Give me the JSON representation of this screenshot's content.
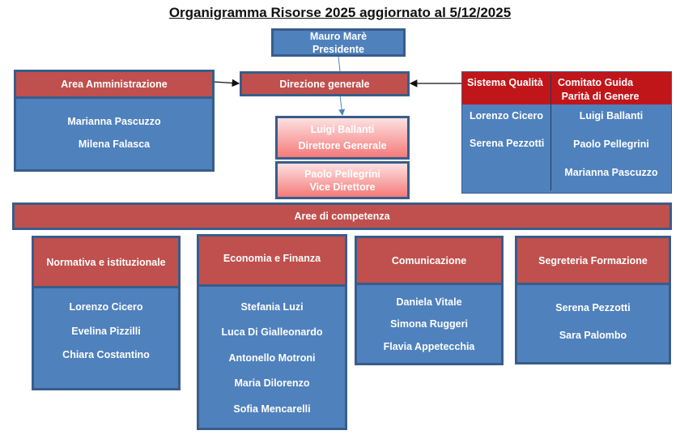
{
  "title": "Organigramma Risorse 2025 aggiornato al 5/12/2025",
  "president": {
    "name": "Mauro Marè",
    "role": "Presidente"
  },
  "direzione": "Direzione generale",
  "amministrazione": {
    "header": "Area Amministrazione",
    "members": [
      "Marianna Pascuzzo",
      "Milena Falasca"
    ]
  },
  "direttore": {
    "name": "Luigi Ballanti",
    "role": "Direttore Generale"
  },
  "vice": {
    "name": "Paolo Pellegrini",
    "role": "Vice Direttore"
  },
  "qualita": {
    "header": "Sistema Qualità",
    "members": [
      "Lorenzo Cicero",
      "Serena Pezzotti"
    ]
  },
  "comitato": {
    "header1": "Comitato Guida",
    "header2": "Parità di Genere",
    "members": [
      "Luigi Ballanti",
      "Paolo Pellegrini",
      "Marianna Pascuzzo"
    ]
  },
  "aree": "Aree di competenza",
  "areas": [
    {
      "header": "Normativa e istituzionale",
      "members": [
        "Lorenzo Cicero",
        "Evelina Pizzilli",
        "Chiara Costantino"
      ]
    },
    {
      "header": "Economia e Finanza",
      "members": [
        "Stefania Luzi",
        "Luca Di Gialleonardo",
        "Antonello Motroni",
        "Maria Dilorenzo",
        "Sofia Mencarelli"
      ]
    },
    {
      "header": "Comunicazione",
      "members": [
        "Daniela Vitale",
        "Simona Ruggeri",
        "Flavia Appetecchia"
      ]
    },
    {
      "header": "Segreteria Formazione",
      "members": [
        "Serena Pezzotti",
        "Sara Palombo"
      ]
    }
  ]
}
